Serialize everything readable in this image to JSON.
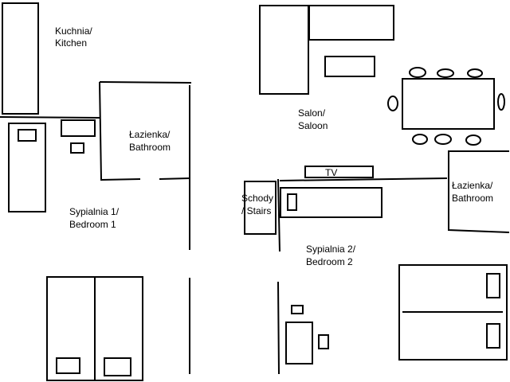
{
  "rooms": {
    "kitchen": {
      "line1": "Kuchnia/",
      "line2": "Kitchen"
    },
    "bathroom_1": {
      "line1": "Łazienka/",
      "line2": "Bathroom"
    },
    "bedroom_1": {
      "line1": "Sypialnia 1/",
      "line2": "Bedroom 1"
    },
    "saloon": {
      "line1": "Salon/",
      "line2": "Saloon"
    },
    "stairs": {
      "line1": "Schody",
      "line2": "/ Stairs"
    },
    "bathroom_2": {
      "line1": "Łazienka/",
      "line2": "Bathroom"
    },
    "bedroom_2": {
      "line1": "Sypialnia 2/",
      "line2": "Bedroom 2"
    }
  },
  "tv": {
    "label": "TV"
  }
}
